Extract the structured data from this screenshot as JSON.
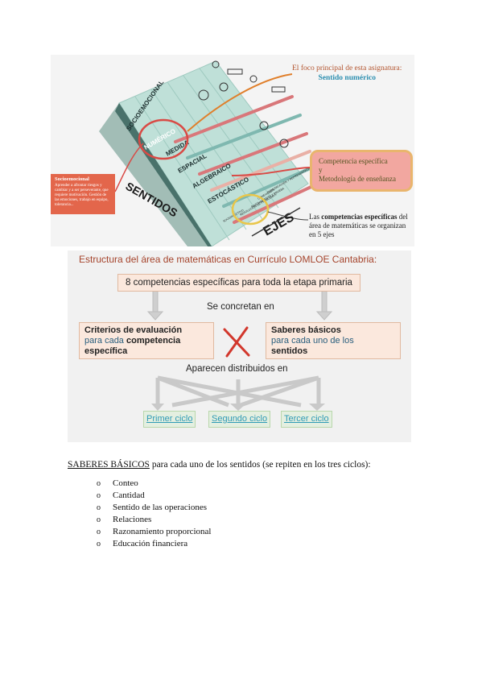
{
  "figure1": {
    "foco_line1": "El foco principal de esta asignatura:",
    "foco_line2": "Sentido numérico",
    "competencia_line1": "Competencia específica",
    "competencia_line2": "y",
    "competencia_line3": "Metodología de enseñanza",
    "ejes_note_1": "Las ",
    "ejes_note_bold": "competencias específicas",
    "ejes_note_2": " del área de matemáticas se organizan en 5 ejes",
    "socio_title": "Socioemocional",
    "socio_text": "Aprender a afrontar riesgos y cambiar y a ser perseverante, que requiere motivación. Gestión de las emociones, trabajo en equipo, tolerancia...",
    "label_sentidos": "SENTIDOS",
    "label_ejes": "EJES",
    "rows": [
      "SOCIOEMOCIONAL",
      "NUMÉRICO",
      "MEDIDA",
      "ESPACIAL",
      "ALGEBRAICO",
      "ESTOCÁSTICO"
    ],
    "col_labels": [
      "COMUNICACIÓN Y REPRESENTACIÓN",
      "RAZONAMIENTO Y PRUEBA",
      "CONEXIONES",
      "RESOLUCIÓN DE PROBLEMAS",
      "SOCIOAFECTIVO"
    ],
    "colors": {
      "accent": "#e07f2b",
      "highlight": "#d94a45",
      "teal": "#7fb8b0"
    }
  },
  "figure2": {
    "title": "Estructura del área de matemáticas en Currículo LOMLOE Cantabria:",
    "top_box": "8 competencias específicas para toda la etapa primaria",
    "concretan": "Se concretan en",
    "left_bold1": "Criterios de evaluación",
    "left_plain": "para cada ",
    "left_bold2": "competencia específica",
    "right_bold1": "Saberes básicos",
    "right_plain": "para cada uno de los",
    "right_bold2": "sentidos",
    "aparecen": "Aparecen distribuidos en",
    "ciclos": [
      "Primer ciclo",
      "Segundo ciclo",
      "Tercer ciclo"
    ]
  },
  "text": {
    "saberes_underlined": "SABERES BÁSICOS",
    "saberes_rest": " para cada uno de los sentidos (se repiten en los tres ciclos):",
    "bullet_symbol": "o",
    "items": [
      "Conteo",
      "Cantidad",
      "Sentido de las operaciones",
      "Relaciones",
      "Razonamiento proporcional",
      "Educación financiera"
    ]
  }
}
